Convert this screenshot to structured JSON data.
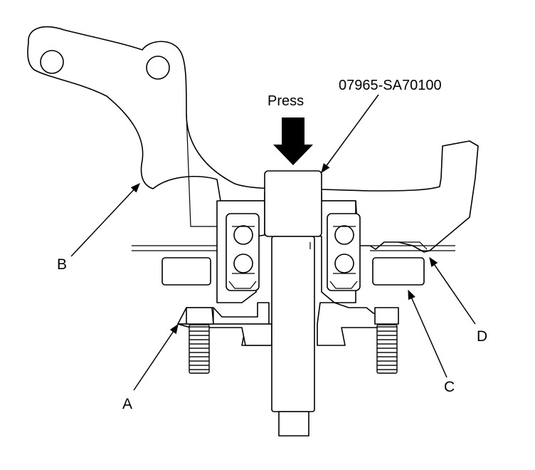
{
  "labels": {
    "press": "Press",
    "tool": "07965-SA70100",
    "a": "A",
    "b": "B",
    "c": "C",
    "d": "D"
  }
}
